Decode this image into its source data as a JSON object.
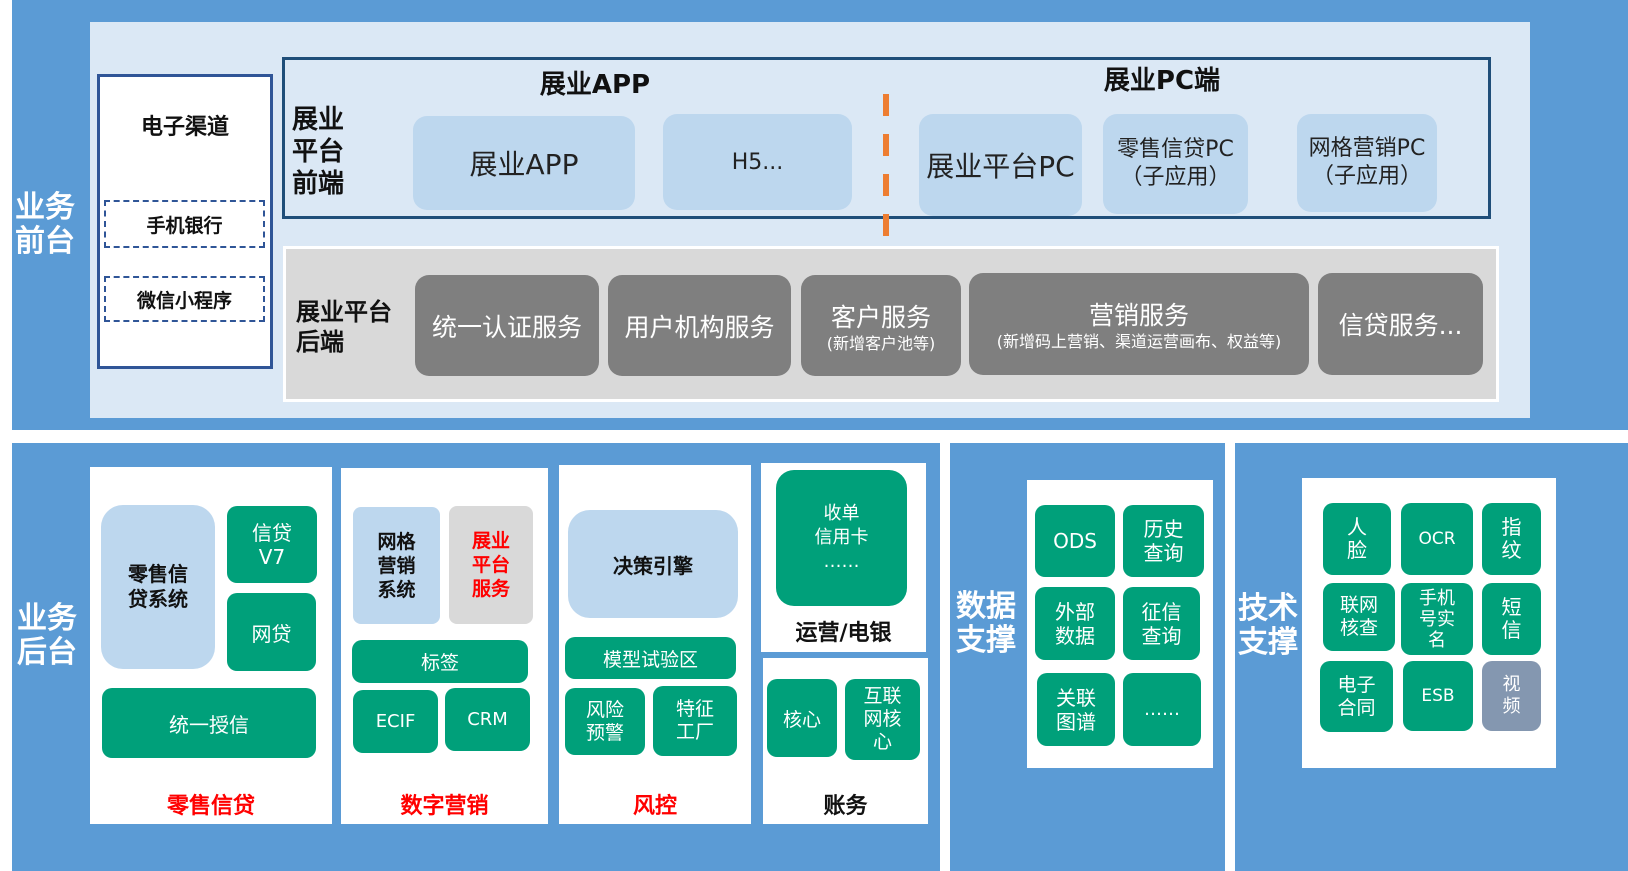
{
  "front": {
    "title": "业务\n前台",
    "channels": {
      "title": "电子渠道",
      "mobile_bank": "手机银行",
      "wechat": "微信小程序"
    },
    "frontend": {
      "label": "展业\n平台\n前端",
      "app_title": "展业APP",
      "pc_title": "展业PC端",
      "app_items": [
        "展业APP",
        "H5..."
      ],
      "pc_items": [
        "展业平台PC",
        "零售信贷PC\n（子应用）",
        "网格营销PC\n（子应用）"
      ]
    },
    "backend": {
      "label": "展业平台\n后端",
      "services": [
        {
          "name": "统一认证服务",
          "sub": ""
        },
        {
          "name": "用户机构服务",
          "sub": ""
        },
        {
          "name": "客户服务",
          "sub": "(新增客户池等)"
        },
        {
          "name": "营销服务",
          "sub": "(新增码上营销、渠道运营画布、权益等)"
        },
        {
          "name": "信贷服务...",
          "sub": ""
        }
      ]
    }
  },
  "back": {
    "title": "业务\n后台",
    "retail": {
      "caption": "零售信贷",
      "system": "零售信\n贷系统",
      "v7": "信贷\nV7",
      "online": "网贷",
      "credit": "统一授信"
    },
    "marketing": {
      "caption": "数字营销",
      "grid": "网格\n营销\n系统",
      "platform": "展业\n平台\n服务",
      "tag": "标签",
      "ecif": "ECIF",
      "crm": "CRM"
    },
    "risk": {
      "caption": "风控",
      "engine": "决策引擎",
      "model": "模型试验区",
      "warn": "风险\n预警",
      "feature": "特征\n工厂"
    },
    "ops": {
      "caption": "运营/电银",
      "card": "收单\n信用卡\n……"
    },
    "account": {
      "caption": "账务",
      "core": "核心",
      "internet": "互联\n网核\n心"
    }
  },
  "data": {
    "title": "数据\n支撑",
    "items": [
      "ODS",
      "历史\n查询",
      "外部\n数据",
      "征信\n查询",
      "关联\n图谱",
      "……"
    ]
  },
  "tech": {
    "title": "技术\n支撑",
    "items": [
      "人\n脸",
      "OCR",
      "指\n纹",
      "联网\n核查",
      "手机\n号实\n名",
      "短\n信",
      "电子\n合同",
      "ESB",
      "视\n频"
    ]
  }
}
